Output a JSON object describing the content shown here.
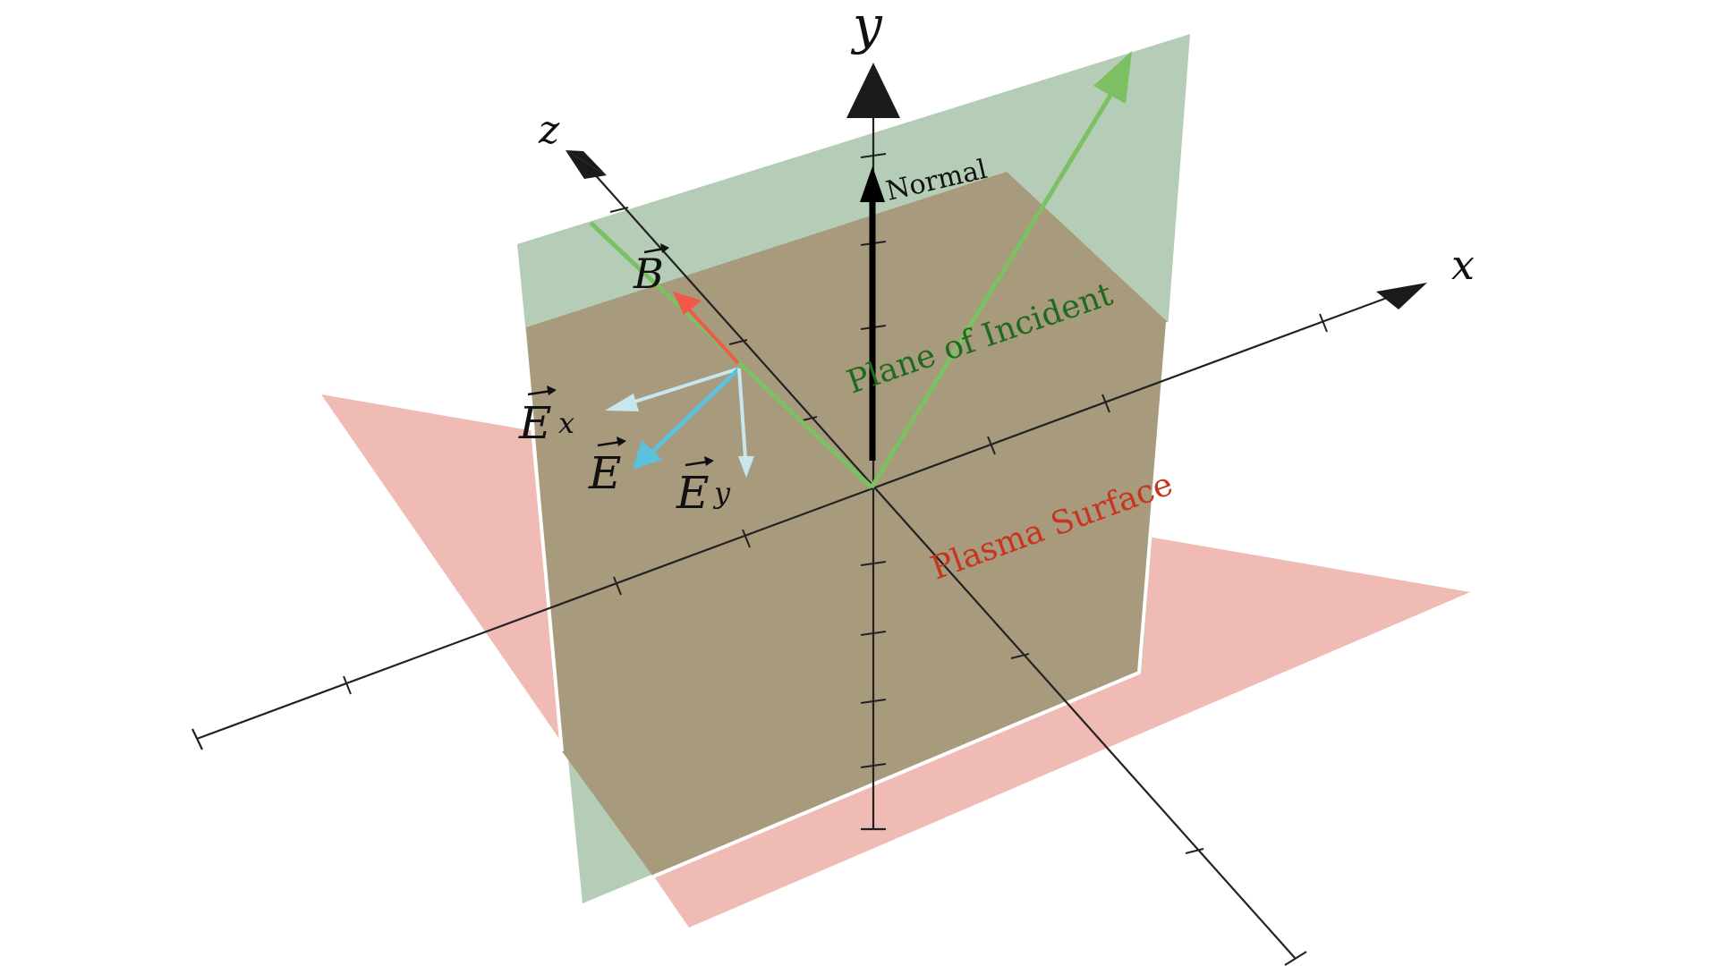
{
  "diagram": {
    "axes": {
      "x_label": "x",
      "y_label": "y",
      "z_label": "z"
    },
    "planes": {
      "plasma_surface": {
        "label": "Plasma Surface",
        "fill": "#e8948c",
        "text_color": "#c8341e"
      },
      "plane_of_incident": {
        "label": "Plane of Incident",
        "fill": "#8fb08f",
        "text_color": "#1f6a1f"
      }
    },
    "vectors": {
      "normal": {
        "label": "Normal",
        "color": "#000000"
      },
      "b_field": {
        "symbol": "B",
        "color": "#f0584a"
      },
      "e_field": {
        "symbol": "E",
        "color": "#5bc2de"
      },
      "e_x": {
        "symbol": "E",
        "subscript": "x",
        "color": "#c8e6ee"
      },
      "e_y": {
        "symbol": "E",
        "subscript": "y",
        "color": "#c8e6ee"
      },
      "ray": {
        "color": "#7cc063"
      }
    },
    "colors": {
      "axis": "#222222",
      "overlap": "#a89a7c",
      "edge": "#ffffff"
    }
  }
}
